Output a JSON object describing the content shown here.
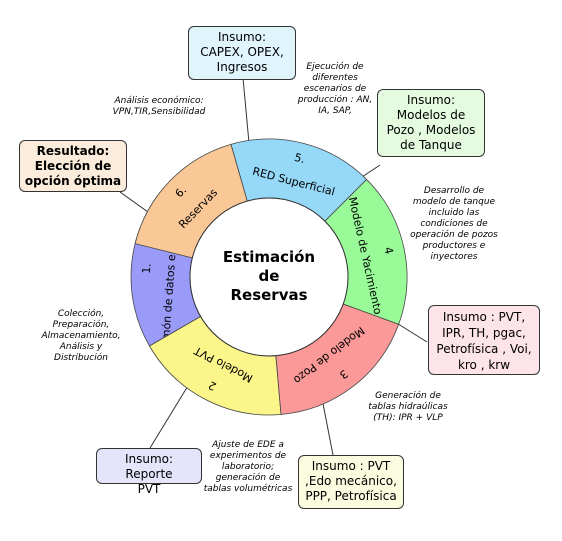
{
  "center": {
    "line1": "Estimación",
    "line2": "de",
    "line3": "Reservas"
  },
  "segments": [
    {
      "num": "1.",
      "label": "Admón de datos e información",
      "color": "#9a9af8"
    },
    {
      "num": "2",
      "label": "Modelo PVT",
      "color": "#fbf58a"
    },
    {
      "num": "3",
      "label": "Modelo de Pozo",
      "color": "#fb9898"
    },
    {
      "num": "4",
      "label": "Modelo de Yacimiento",
      "color": "#98fb98"
    },
    {
      "num": "5.",
      "label": "RED Superficial",
      "color": "#96d8f8"
    },
    {
      "num": "6.",
      "label": "Reservas",
      "color": "#fac796"
    }
  ],
  "boxes": {
    "capex": {
      "lines": [
        "Insumo:",
        "CAPEX, OPEX,",
        "Ingresos"
      ],
      "bg": "#e0f4fc"
    },
    "modelos": {
      "lines": [
        "Insumo:",
        "Modelos de",
        "Pozo , Modelos",
        "de Tanque"
      ],
      "bg": "#e4fbe0"
    },
    "resultado": {
      "lines": [
        "Resultado:",
        "Elección de",
        "opción óptima"
      ],
      "bg": "#fcecdc"
    },
    "pvt_right": {
      "lines": [
        "Insumo : PVT,",
        "IPR, TH, pgac,",
        "Petrofísica , Voi,",
        "kro , krw"
      ],
      "bg": "#fce4e8"
    },
    "pvt_bottom": {
      "lines": [
        "Insumo : PVT",
        ",Edo mecánico,",
        "PPP, Petrofísica"
      ],
      "bg": "#fbfbe0"
    },
    "reporte": {
      "lines": [
        "Insumo: Reporte",
        "PVT"
      ],
      "bg": "#e4e4fb"
    }
  },
  "notes": {
    "ejecucion": [
      "Ejecución de",
      "diferentes",
      "escenarios de",
      "producción : AN,",
      "IA, SAP,"
    ],
    "analisis": [
      "Análisis económico:",
      "VPN,TIR,Sensibilidad"
    ],
    "desarrollo": [
      "Desarrollo de",
      "modelo de tanque",
      "incluido las",
      "condiciones de",
      "operación de pozos",
      "productores e",
      "inyectores"
    ],
    "coleccion": [
      "Colección,",
      "Preparación,",
      "Almacenamiento,",
      "Análisis y",
      "Distribución"
    ],
    "generacion": [
      "Generación de",
      "tablas hidraúlicas",
      "(TH): IPR + VLP"
    ],
    "ajuste": [
      "Ajuste de EDE a",
      "experimentos de",
      "laboratorio;",
      "generación de",
      "tablas volumétricas"
    ]
  }
}
